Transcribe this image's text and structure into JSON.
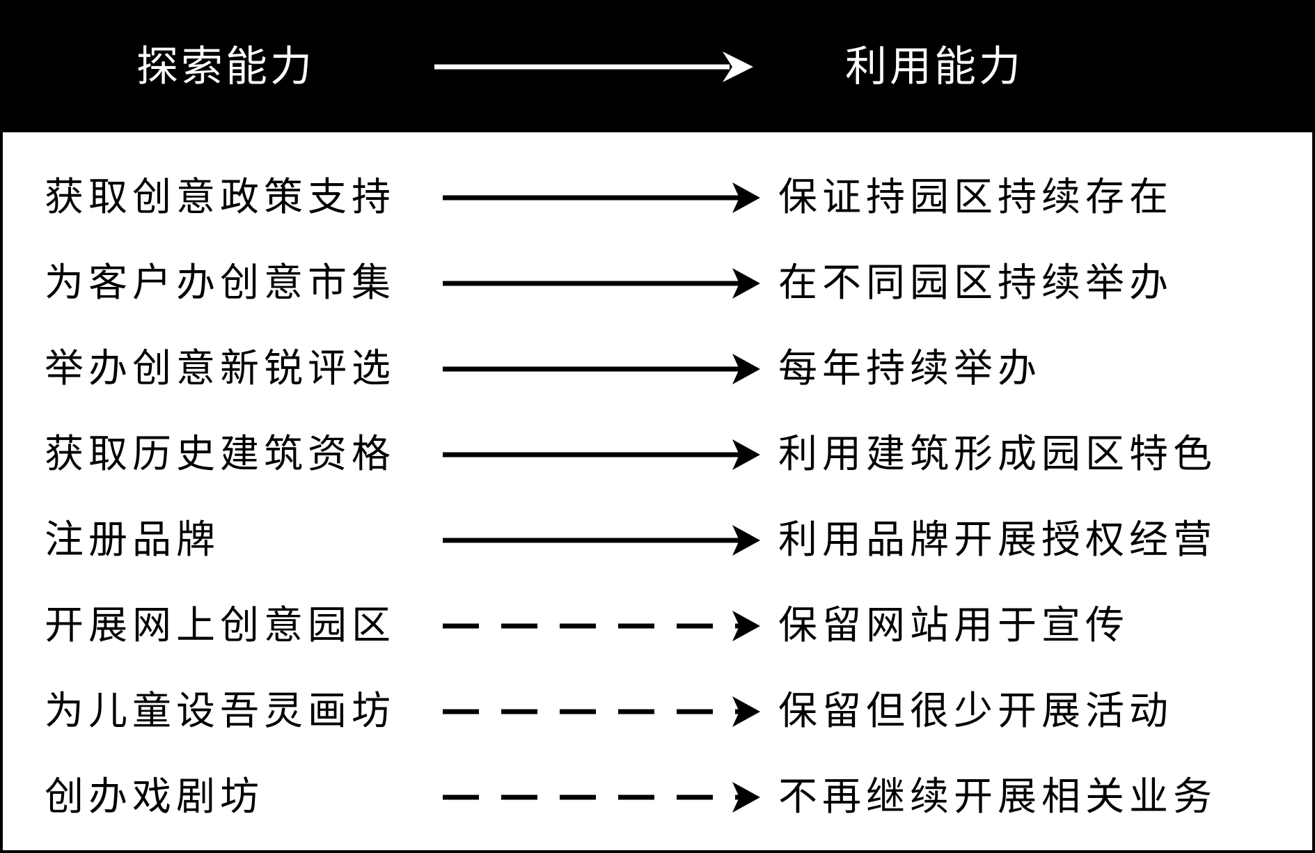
{
  "header": {
    "left_title": "探索能力",
    "right_title": "利用能力"
  },
  "rows": [
    {
      "explore": "获取创意政策支持",
      "exploit": "保证持园区持续存在",
      "line_style": "solid"
    },
    {
      "explore": "为客户办创意市集",
      "exploit": "在不同园区持续举办",
      "line_style": "solid"
    },
    {
      "explore": "举办创意新锐评选",
      "exploit": "每年持续举办",
      "line_style": "solid"
    },
    {
      "explore": "获取历史建筑资格",
      "exploit": "利用建筑形成园区特色",
      "line_style": "solid"
    },
    {
      "explore": "注册品牌",
      "exploit": "利用品牌开展授权经营",
      "line_style": "solid"
    },
    {
      "explore": "开展网上创意园区",
      "exploit": "保留网站用于宣传",
      "line_style": "dashed"
    },
    {
      "explore": "为儿童设吾灵画坊",
      "exploit": "保留但很少开展活动",
      "line_style": "dashed"
    },
    {
      "explore": "创办戏剧坊",
      "exploit": "不再继续开展相关业务",
      "line_style": "dashed"
    }
  ]
}
